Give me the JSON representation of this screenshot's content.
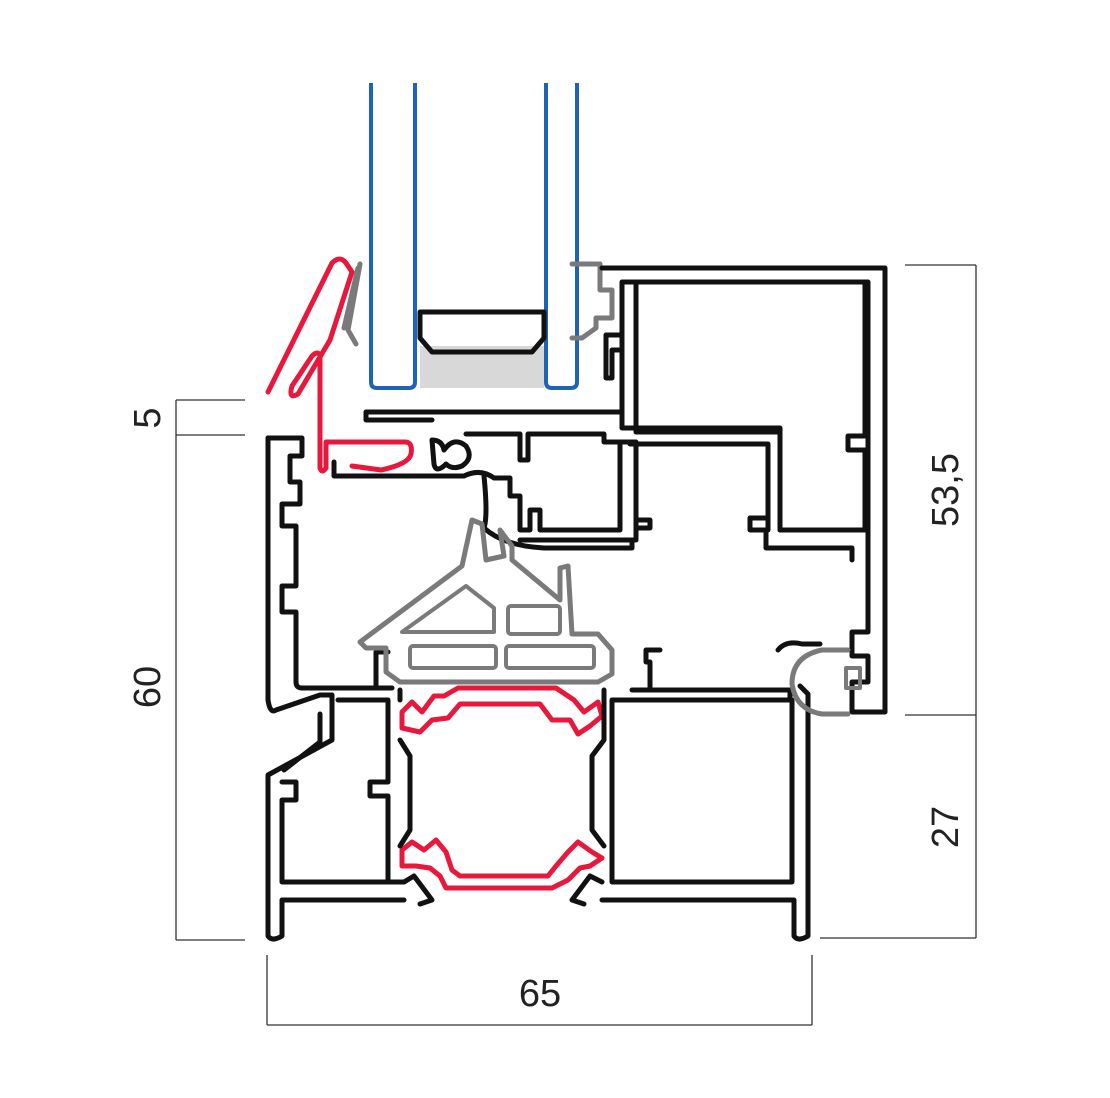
{
  "diagram": {
    "type": "window profile cross-section",
    "dimensions": {
      "left_small": "5",
      "left_height": "60",
      "right_upper": "53,5",
      "right_lower": "27",
      "bottom_width": "65"
    },
    "colors": {
      "profile": "#111111",
      "thermal_break": "#e8173c",
      "gasket": "#7a7a7a",
      "glass": "#1f63b5",
      "desiccant": "#d8d8d8"
    }
  }
}
